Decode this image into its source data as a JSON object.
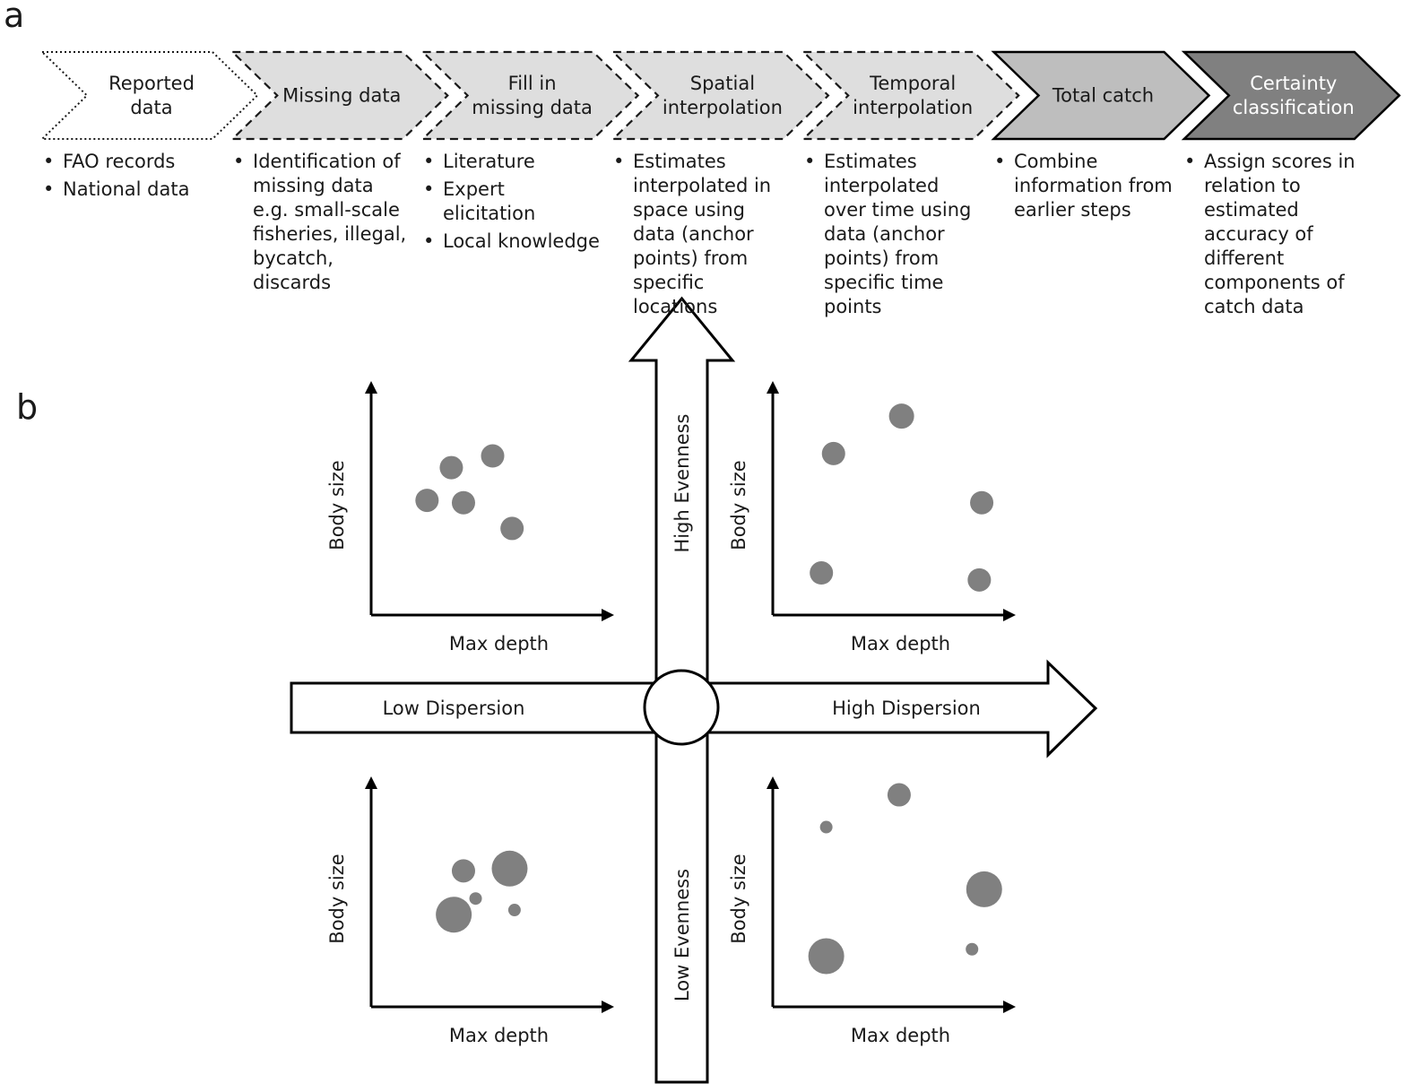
{
  "panel_a": {
    "letter": "a",
    "steps": [
      {
        "label_lines": [
          "Reported",
          "data"
        ],
        "bullets": [
          "FAO records",
          "National data"
        ]
      },
      {
        "label_lines": [
          "Missing data"
        ],
        "bullets": [
          "Identification of missing data e.g. small-scale fisheries, illegal, bycatch, discards"
        ]
      },
      {
        "label_lines": [
          "Fill in",
          "missing data"
        ],
        "bullets": [
          "Literature",
          "Expert elicitation",
          "Local knowledge"
        ]
      },
      {
        "label_lines": [
          "Spatial",
          "interpolation"
        ],
        "bullets": [
          "Estimates interpolated in space using data (anchor points) from specific locations"
        ]
      },
      {
        "label_lines": [
          "Temporal",
          "interpolation"
        ],
        "bullets": [
          "Estimates interpolated over time using data (anchor points) from specific time points"
        ]
      },
      {
        "label_lines": [
          "Total catch"
        ],
        "bullets": [
          "Combine information from earlier steps"
        ]
      },
      {
        "label_lines": [
          "Certainty",
          "classification"
        ],
        "bullets": [
          "Assign scores in relation to estimated accuracy of different components of catch data"
        ]
      }
    ],
    "colors": {
      "light": "#dedede",
      "medium": "#bebebe",
      "dark": "#808080"
    }
  },
  "panel_b": {
    "letter": "b",
    "axis_labels": {
      "high_evenness": "High Evenness",
      "low_evenness": "Low Evenness",
      "low_dispersion": "Low Dispersion",
      "high_dispersion": "High Dispersion"
    },
    "plots": [
      {
        "quadrant": "top-left",
        "xlabel": "Max depth",
        "ylabel": "Body size",
        "points": [
          [
            0.33,
            0.37,
            13
          ],
          [
            0.5,
            0.32,
            13
          ],
          [
            0.23,
            0.51,
            13
          ],
          [
            0.38,
            0.52,
            13
          ],
          [
            0.58,
            0.63,
            13
          ]
        ]
      },
      {
        "quadrant": "top-right",
        "xlabel": "Max depth",
        "ylabel": "Body size",
        "points": [
          [
            0.53,
            0.15,
            14
          ],
          [
            0.25,
            0.31,
            13
          ],
          [
            0.86,
            0.52,
            13
          ],
          [
            0.2,
            0.82,
            13
          ],
          [
            0.85,
            0.85,
            13
          ]
        ]
      },
      {
        "quadrant": "bottom-left",
        "xlabel": "Max depth",
        "ylabel": "Body size",
        "points": [
          [
            0.57,
            0.4,
            20
          ],
          [
            0.38,
            0.41,
            13
          ],
          [
            0.43,
            0.53,
            7
          ],
          [
            0.34,
            0.6,
            20
          ],
          [
            0.59,
            0.58,
            7
          ]
        ]
      },
      {
        "quadrant": "bottom-right",
        "xlabel": "Max depth",
        "ylabel": "Body size",
        "points": [
          [
            0.52,
            0.08,
            13
          ],
          [
            0.22,
            0.22,
            7
          ],
          [
            0.87,
            0.49,
            20
          ],
          [
            0.22,
            0.78,
            20
          ],
          [
            0.82,
            0.75,
            7
          ]
        ]
      }
    ],
    "point_color": "#808080"
  }
}
